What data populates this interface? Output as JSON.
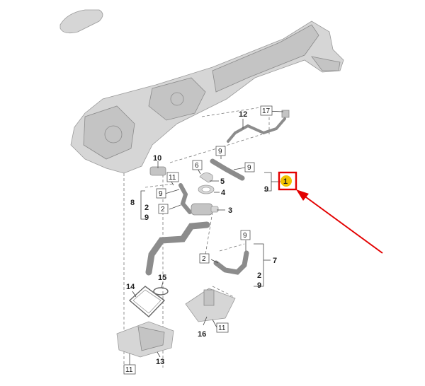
{
  "colors": {
    "highlight_fill": "#f2c200",
    "highlight_border": "#e30000",
    "arrow": "#e30000",
    "part_fill": "#d6d6d6"
  },
  "labels": {
    "p1": "1",
    "p2a": "2",
    "p2b": "2",
    "p3": "3",
    "p4": "4",
    "p5": "5",
    "p6": "6",
    "p7": "7",
    "p8": "8",
    "p9a": "9",
    "p9b": "9",
    "p9c": "9",
    "p9d": "9",
    "p9e": "9",
    "p9f": "9",
    "p9g": "9",
    "p10": "10",
    "p11a": "11",
    "p11b": "11",
    "p11c": "11",
    "p12": "12",
    "p13": "13",
    "p14": "14",
    "p15": "15",
    "p16": "16",
    "p17": "17",
    "sub8a": "2",
    "sub8b": "9",
    "sub7a": "2",
    "sub7b": "9"
  }
}
